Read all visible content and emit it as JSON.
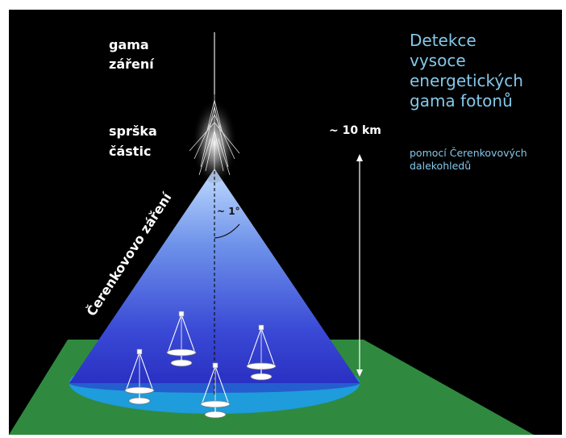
{
  "labels": {
    "gamma_line1": "gama",
    "gamma_line2": "záření",
    "shower_line1": "sprška",
    "shower_line2": "částic",
    "cherenkov": "Čerenkovovo záření",
    "angle": "~ 1°",
    "distance": "~ 10 km"
  },
  "title": {
    "lines": [
      "Detekce",
      "vysoce",
      "energetických",
      "gama fotonů"
    ],
    "subtitle_lines": [
      "pomocí Čerenkovových",
      "dalekohledů"
    ]
  },
  "colors": {
    "background": "#000000",
    "ground": "#2f8a3f",
    "light_pool": "#1e9cdb",
    "cone_top": "#b9d6ff",
    "cone_bottom": "#2f38c9",
    "title_text": "#84c8ea"
  }
}
